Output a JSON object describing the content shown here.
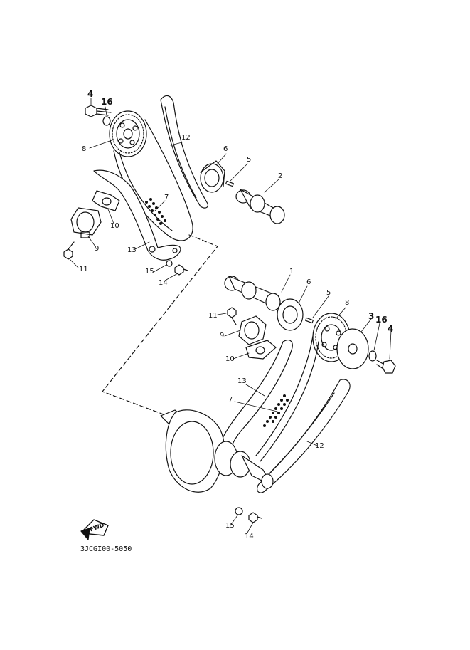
{
  "diagram": {
    "drawing_code": "3JCGI00-5050",
    "fwd_label": "FWD",
    "callouts": {
      "top": [
        {
          "id": "top-4",
          "text": "4"
        },
        {
          "id": "top-16",
          "text": "16"
        },
        {
          "id": "top-8",
          "text": "8"
        },
        {
          "id": "top-12",
          "text": "12"
        },
        {
          "id": "top-6",
          "text": "6"
        },
        {
          "id": "top-5",
          "text": "5"
        },
        {
          "id": "top-2",
          "text": "2"
        },
        {
          "id": "top-7",
          "text": "7"
        },
        {
          "id": "top-10",
          "text": "10"
        },
        {
          "id": "top-9",
          "text": "9"
        },
        {
          "id": "top-13",
          "text": "13"
        },
        {
          "id": "top-11",
          "text": "11"
        },
        {
          "id": "top-15",
          "text": "15"
        },
        {
          "id": "top-14",
          "text": "14"
        }
      ],
      "bottom": [
        {
          "id": "bot-1",
          "text": "1"
        },
        {
          "id": "bot-6",
          "text": "6"
        },
        {
          "id": "bot-5",
          "text": "5"
        },
        {
          "id": "bot-8",
          "text": "8"
        },
        {
          "id": "bot-3",
          "text": "3"
        },
        {
          "id": "bot-16",
          "text": "16"
        },
        {
          "id": "bot-4",
          "text": "4"
        },
        {
          "id": "bot-11",
          "text": "11"
        },
        {
          "id": "bot-9",
          "text": "9"
        },
        {
          "id": "bot-10",
          "text": "10"
        },
        {
          "id": "bot-13",
          "text": "13"
        },
        {
          "id": "bot-7",
          "text": "7"
        },
        {
          "id": "bot-12",
          "text": "12"
        },
        {
          "id": "bot-15",
          "text": "15"
        },
        {
          "id": "bot-14",
          "text": "14"
        }
      ]
    }
  }
}
